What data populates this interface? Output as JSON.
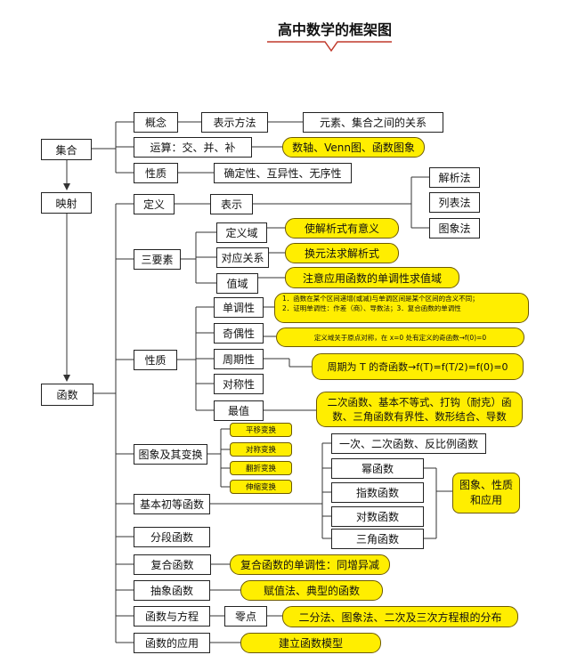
{
  "title": "高中数学的框架图",
  "nodes": {
    "set": "集合",
    "mapping": "映射",
    "function": "函数",
    "concept": "概念",
    "representation_method": "表示方法",
    "element_relation": "元素、集合之间的关系",
    "operations": "运算：交、并、补",
    "operations_tools": "数轴、Venn图、函数图象",
    "properties_set": "性质",
    "properties_set_list": "确定性、互异性、无序性",
    "definition": "定义",
    "represent": "表示",
    "analytic": "解析法",
    "listing": "列表法",
    "graphing": "图象法",
    "three_elements": "三要素",
    "domain": "定义域",
    "domain_note": "使解析式有意义",
    "correspondence": "对应关系",
    "correspondence_note": "换元法求解析式",
    "range": "值域",
    "range_note": "注意应用函数的单调性求值域",
    "properties": "性质",
    "monotonic": "单调性",
    "monotonic_note_1": "1．函数在某个区间递增(或减)与单调区间是某个区间的含义不同；",
    "monotonic_note_2": "2．证明单调性：作差（商）、导数法；3．复合函数的单调性",
    "parity": "奇偶性",
    "parity_note": "定义域关于原点对称，在 x=0 处有定义的奇函数→f(0)=0",
    "periodic": "周期性",
    "periodic_note": "周期为 T 的奇函数→f(T)=f(T/2)=f(0)=0",
    "symmetry": "对称性",
    "extremum": "最值",
    "extremum_note": "二次函数、基本不等式、打钩（耐克）函数、三角函数有界性、数形结合、导数",
    "graph_transform": "图象及其变换",
    "translation": "平移变换",
    "symmetric_transform": "对称变换",
    "flip_transform": "翻折变换",
    "stretch_transform": "伸缩变换",
    "basic_elementary": "基本初等函数",
    "linear_quadratic_inverse": "一次、二次函数、反比例函数",
    "power": "幂函数",
    "exponential": "指数函数",
    "logarithmic": "对数函数",
    "trigonometric": "三角函数",
    "graph_property_application": "图象、性质和应用",
    "piecewise": "分段函数",
    "composite": "复合函数",
    "composite_note": "复合函数的单调性：同增异减",
    "abstract": "抽象函数",
    "abstract_note": "赋值法、典型的函数",
    "func_equation": "函数与方程",
    "zero_point": "零点",
    "zero_point_note": "二分法、图象法、二次及三次方程根的分布",
    "application": "函数的应用",
    "application_note": "建立函数模型"
  }
}
